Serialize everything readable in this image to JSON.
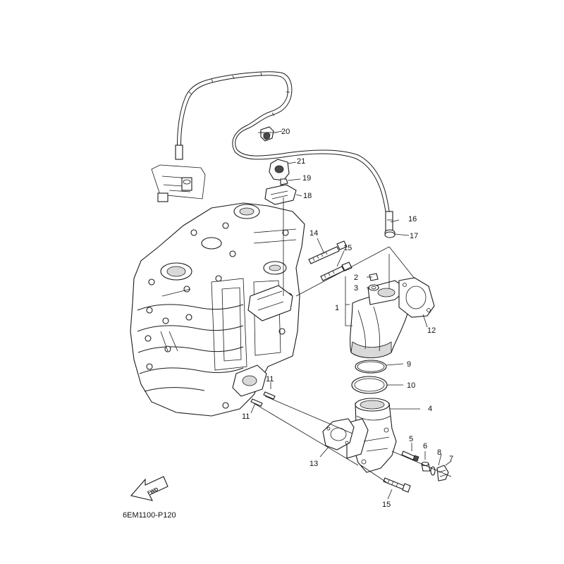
{
  "diagram": {
    "drawing_code": "6EM1100-P120",
    "direction_label": "FWD",
    "callouts": {
      "p1": "1",
      "p2": "2",
      "p3": "3",
      "p4": "4",
      "p5": "5",
      "p6": "6",
      "p7": "7",
      "p8": "8",
      "p9": "9",
      "p10": "10",
      "p11a": "11",
      "p11b": "11",
      "p12": "12",
      "p13": "13",
      "p14": "14",
      "p15a": "15",
      "p15b": "15",
      "p16": "16",
      "p17": "17",
      "p18": "18",
      "p19": "19",
      "p20": "20",
      "p21": "21"
    }
  }
}
